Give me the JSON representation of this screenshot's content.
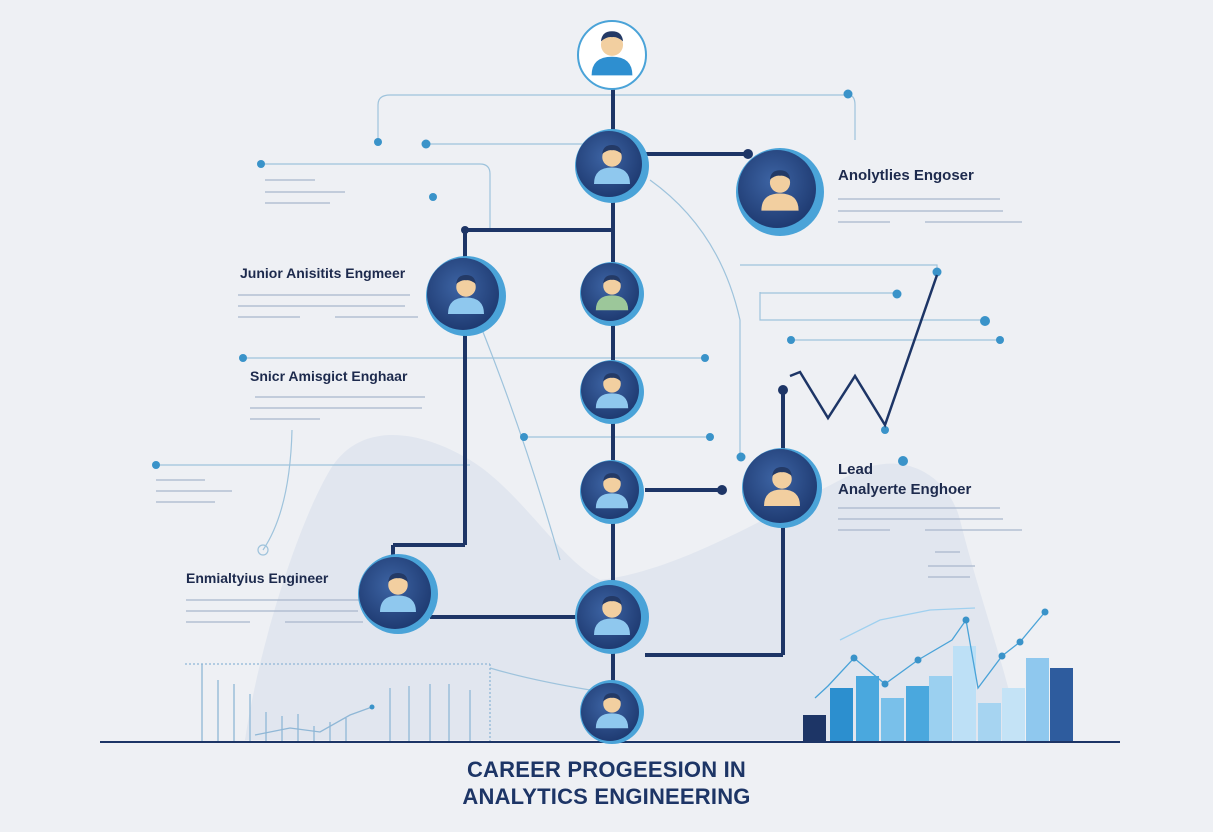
{
  "roles": {
    "analytics_engineer": "Anolytlies Engoser",
    "junior": "Junior Anisitits Engmeer",
    "senior": "Snicr Amisgict Enghaar",
    "lead_line1": "Lead",
    "lead_line2": "Analyerte Enghoer",
    "entry": "Enmialtyius Engineer"
  },
  "title": {
    "line1": "CAREER PROGEESION IN",
    "line2": "ANALYTICS ENGINEERING"
  },
  "colors": {
    "navy": "#1d3566",
    "node_dark": "#2b4b86",
    "node_light": "#4aa3d8",
    "accent": "#3a93c9",
    "skin": "#f2cfa0",
    "shirt_blue": "#8fc8ee",
    "shirt_green": "#9cc79a"
  },
  "icons": [
    "person-avatar-icon"
  ]
}
